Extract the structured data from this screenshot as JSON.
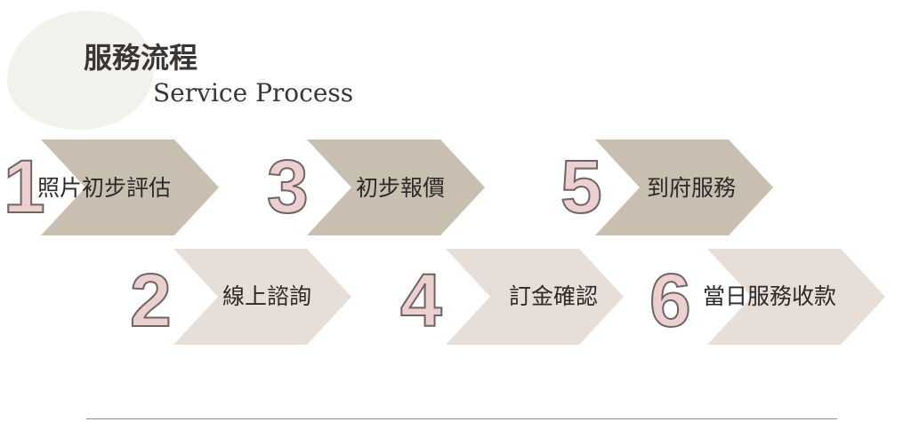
{
  "header": {
    "title": "服務流程",
    "subtitle": "Service Process"
  },
  "steps": [
    {
      "number": "1",
      "label": "照片初步評估"
    },
    {
      "number": "2",
      "label": "線上諮詢"
    },
    {
      "number": "3",
      "label": "初步報價"
    },
    {
      "number": "4",
      "label": "訂金確認"
    },
    {
      "number": "5",
      "label": "到府服務"
    },
    {
      "number": "6",
      "label": "當日服務收款"
    }
  ],
  "colors": {
    "dark_chevron": "#c8bfb1",
    "light_chevron": "#e7ded8",
    "number_fill": "#ecd0d0"
  }
}
